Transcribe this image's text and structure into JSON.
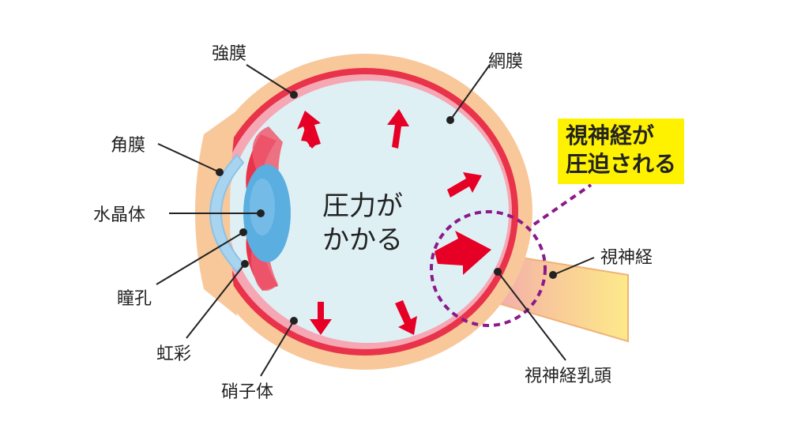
{
  "labels": {
    "sclera": "強膜",
    "retina": "網膜",
    "cornea": "角膜",
    "lens": "水晶体",
    "pupil": "瞳孔",
    "iris": "虹彩",
    "vitreous": "硝子体",
    "optic_nerve": "視神経",
    "optic_disc": "視神経乳頭"
  },
  "center_text": {
    "line1": "圧力が",
    "line2": "かかる"
  },
  "callout": {
    "line1": "視神経が",
    "line2": "圧迫される"
  },
  "colors": {
    "sclera": "#f8c89a",
    "retina": "#e8334a",
    "vitreous": "#dff0f5",
    "cornea": "#a9d4ef",
    "lens": "#5aaee0",
    "arrow": "#e60026",
    "callout_bg": "#fff200",
    "circle": "#8b1a8b"
  }
}
